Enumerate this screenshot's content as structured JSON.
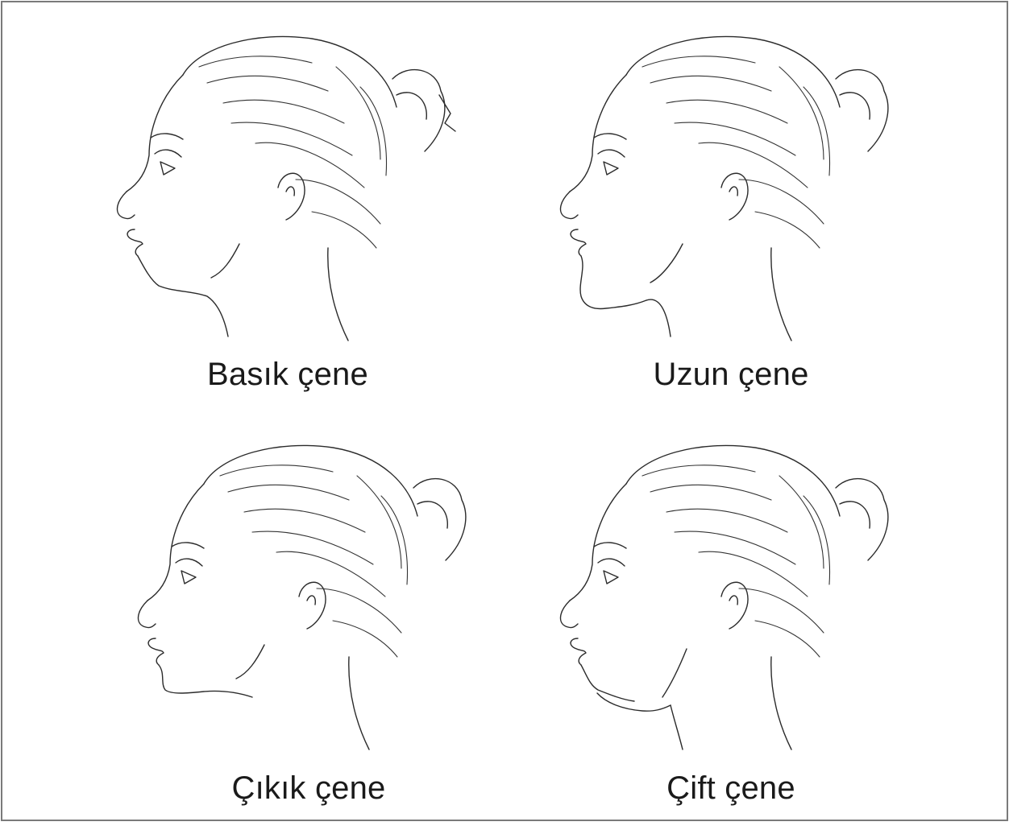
{
  "panels": [
    {
      "id": "basik",
      "label": "Basık çene"
    },
    {
      "id": "uzun",
      "label": "Uzun çene"
    },
    {
      "id": "cikik",
      "label": "Çıkık çene"
    },
    {
      "id": "cift",
      "label": "Çift çene"
    }
  ]
}
